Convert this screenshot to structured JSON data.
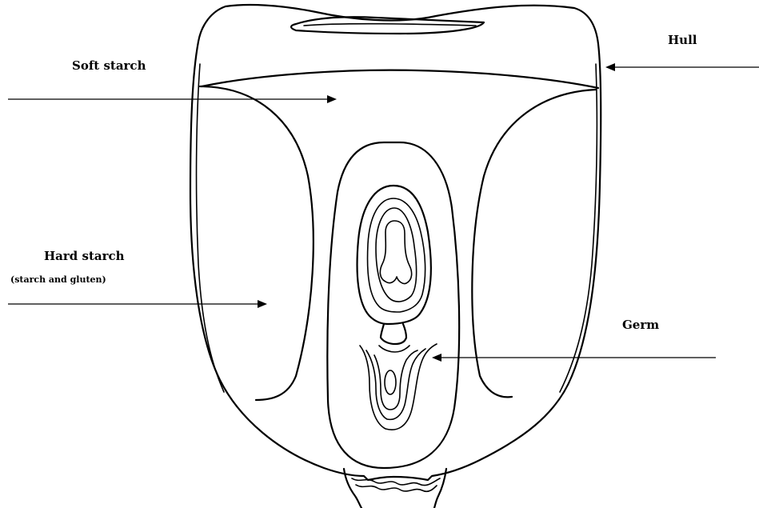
{
  "diagram": {
    "labels": {
      "hull": "Hull",
      "soft_starch": "Soft starch",
      "hard_starch": "Hard starch",
      "hard_starch_note": "(starch and gluten)",
      "germ": "Germ"
    },
    "colors": {
      "ink": "#000000",
      "background": "#ffffff"
    }
  }
}
